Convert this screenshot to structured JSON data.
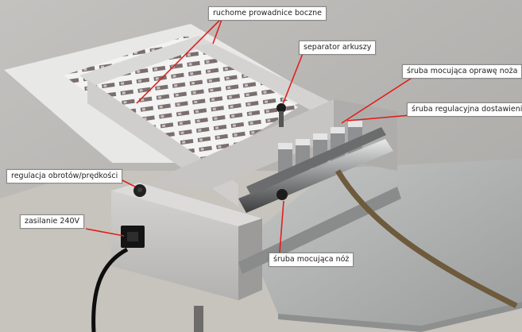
{
  "labels": {
    "side_guides": "ruchome prowadnice boczne",
    "sheet_separator": "separator arkuszy",
    "knife_holder_screw": "śruba mocująca oprawę noża",
    "knife_adjust_screw": "śruba regulacyjna dostawienia noża",
    "speed_control": "regulacja obrotów/prędkości",
    "power": "zasilanie 240V",
    "knife_screw": "śruba mocująca nóż"
  },
  "colors": {
    "callout_line": "#e0201c",
    "wall": "#bdbbb8",
    "machine_body": "#c9c8c6",
    "steel_tray": "#b5b7b6"
  }
}
